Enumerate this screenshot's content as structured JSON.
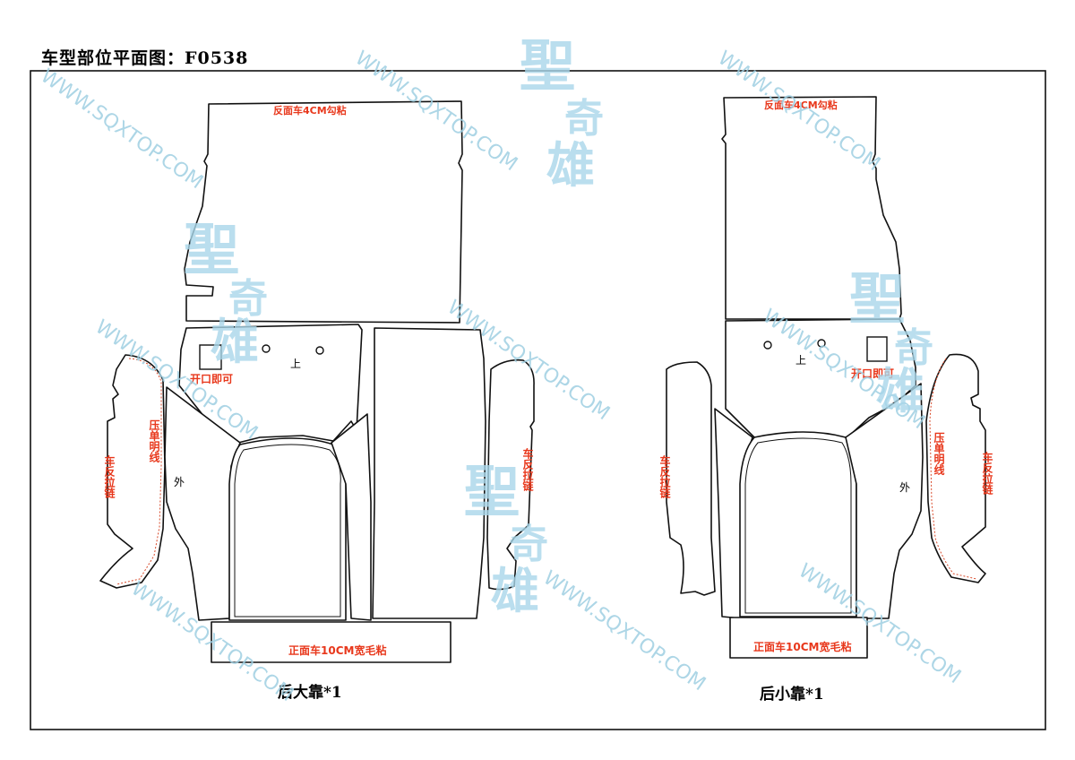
{
  "title": "车型部位平面图：F0538",
  "watermark": {
    "url": "WWW.SQXTOP.COM",
    "logo": [
      "聖",
      "奇",
      "雄"
    ]
  },
  "left_set": {
    "caption": "后大靠*1",
    "top_panel_note": "反面车4CM勾粘",
    "opening_note": "开口即可",
    "up_mark": "上",
    "outer_mark": "外",
    "topstitch_note": "压单明线",
    "zipper_note_left": "车反拉链",
    "zipper_note_right": "车反拉链",
    "bottom_strip_note": "正面车10CM宽毛粘"
  },
  "right_set": {
    "caption": "后小靠*1",
    "top_panel_note": "反面车4CM勾粘",
    "opening_note": "开口即可",
    "up_mark": "上",
    "outer_mark": "外",
    "topstitch_note": "压单明线",
    "zipper_note_left": "车反拉链",
    "zipper_note_right": "车反拉链",
    "bottom_strip_note": "正面车10CM宽毛粘"
  }
}
